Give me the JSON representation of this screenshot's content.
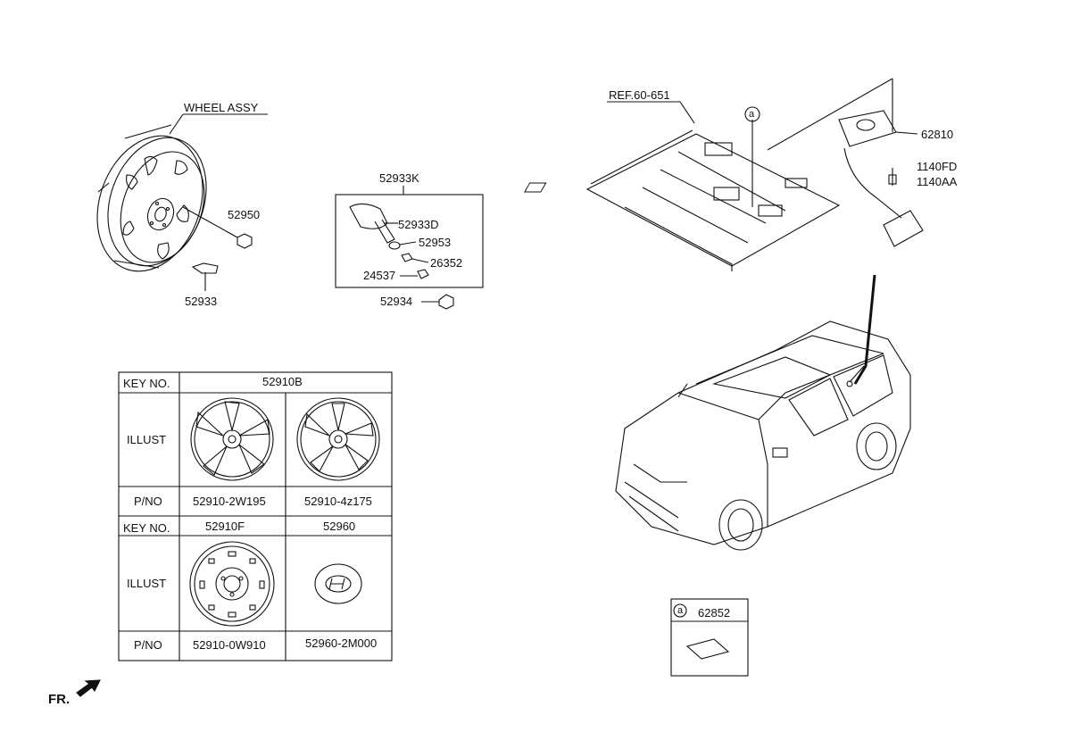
{
  "labels": {
    "wheel_assy": "WHEEL ASSY",
    "p52950": "52950",
    "p52933": "52933",
    "p52933K": "52933K",
    "p52933D": "52933D",
    "p52953": "52953",
    "p26352": "26352",
    "p24537": "24537",
    "p52934": "52934",
    "ref": "REF.60-651",
    "marker_a": "a",
    "p62810": "62810",
    "p1140FD": "1140FD",
    "p1140AA": "1140AA",
    "p62852": "62852",
    "fr": "FR."
  },
  "table": {
    "key_no": "KEY NO.",
    "illust": "ILLUST",
    "pno": "P/NO",
    "top_key": "52910B",
    "top_pnos": [
      "52910-2W195",
      "52910-4z175"
    ],
    "bottom_keys": [
      "52910F",
      "52960"
    ],
    "bottom_pnos": [
      "52910-0W910",
      "52960-2M000"
    ]
  },
  "colors": {
    "line": "#111111",
    "shade": "#d9d9d9"
  }
}
